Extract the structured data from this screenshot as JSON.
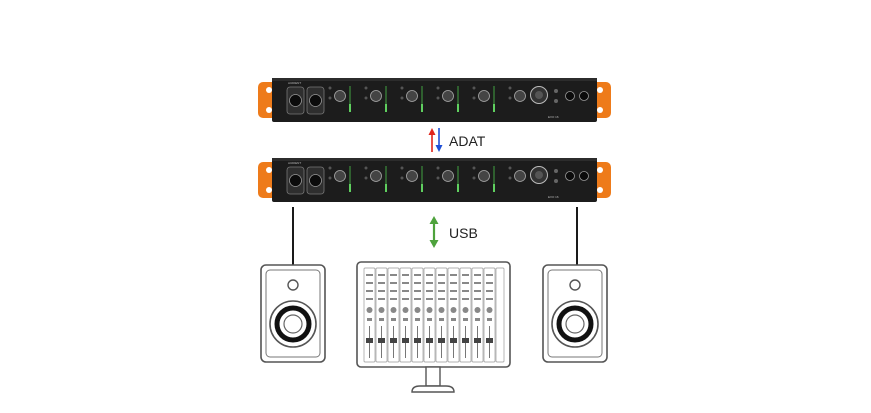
{
  "connections": {
    "adat_label": "ADAT",
    "usb_label": "USB"
  },
  "device": {
    "brand_text": "AUDIENT",
    "model_text": "EVO 16"
  },
  "colors": {
    "rack_body": "#1c1c1c",
    "rack_ear": "#ee7b1a",
    "adat_up": "#e0241b",
    "adat_down": "#1f4fd6",
    "usb": "#4ea23c",
    "outline": "#555555",
    "cable": "#1a1a1a"
  }
}
